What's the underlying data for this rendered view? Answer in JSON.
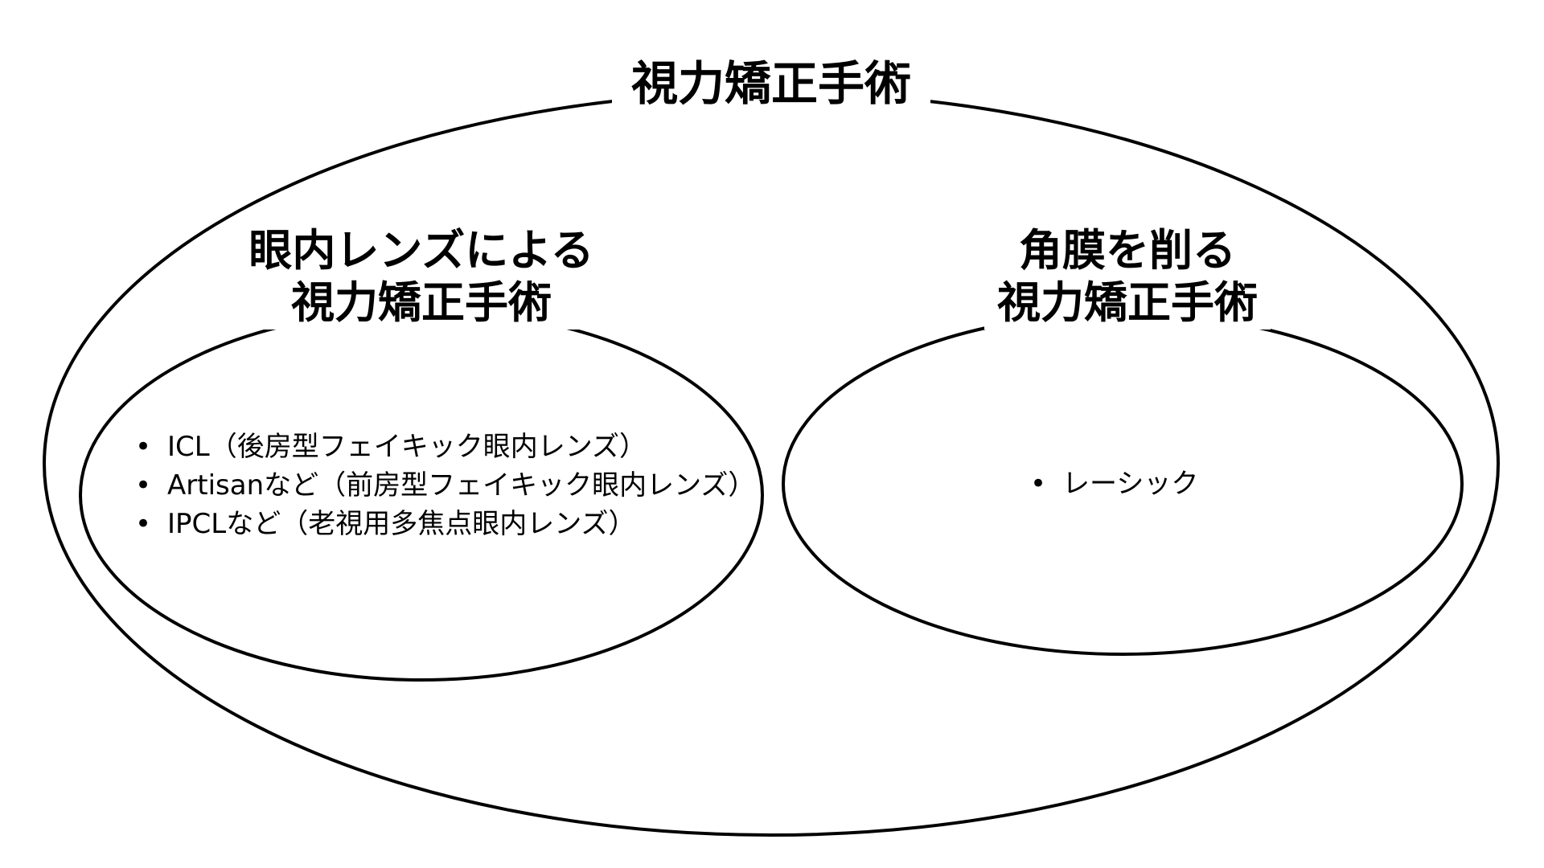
{
  "main_title": "視力矯正手術",
  "left_group": {
    "title_line1": "眼内レンズによる",
    "title_line2": "視力矯正手術",
    "items": [
      "ICL（後房型フェイキック眼内レンズ）",
      "Artisanなど（前房型フェイキック眼内レンズ）",
      "IPCLなど（老視用多焦点眼内レンズ）"
    ]
  },
  "right_group": {
    "title_line1": "角膜を削る",
    "title_line2": "視力矯正手術",
    "items": [
      "レーシック"
    ]
  }
}
